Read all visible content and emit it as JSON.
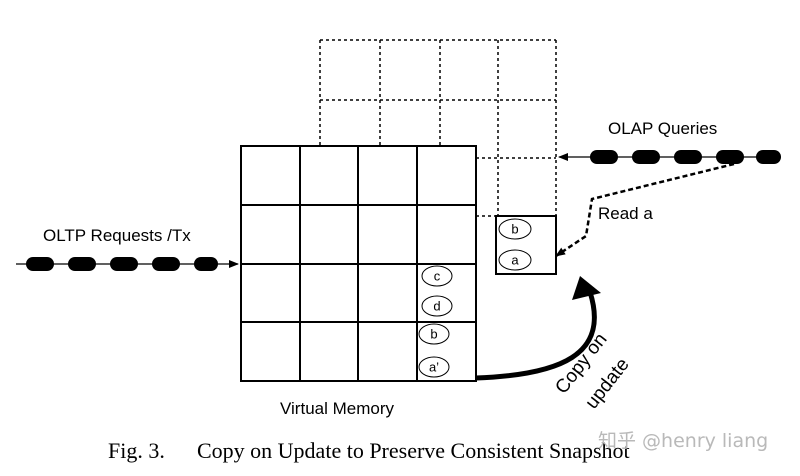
{
  "labels": {
    "olap_queries": "OLAP Queries",
    "read_a": "Read a",
    "oltp_requests": "OLTP Requests /Tx",
    "virtual_memory": "Virtual Memory",
    "copy_on": "Copy on",
    "update": "update"
  },
  "snapshot_items": [
    "b",
    "a"
  ],
  "memory_items": [
    "c",
    "d",
    "b",
    "a’"
  ],
  "caption": {
    "fig_number": "Fig. 3.",
    "text": "Copy on Update to Preserve Consistent Snapshot"
  },
  "watermark": "知乎 @henry liang"
}
